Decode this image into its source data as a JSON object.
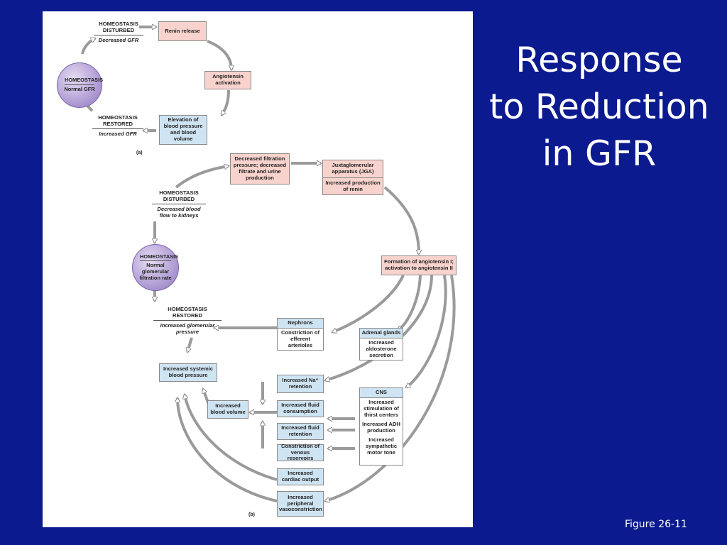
{
  "slide": {
    "title_lines": [
      "Response",
      "to Reduction",
      "in GFR"
    ],
    "caption": "Figure 26-11"
  },
  "panel_a": {
    "label": "(a)",
    "homeostasis": {
      "title": "HOMEOSTASIS",
      "text": "Normal GFR"
    },
    "disturbed": {
      "title": "HOMEOSTASIS DISTURBED",
      "text": "Decreased GFR"
    },
    "restored": {
      "title": "HOMEOSTASIS RESTORED",
      "text": "Increased GFR"
    },
    "renin": "Renin release",
    "angiotensin": "Angiotensin activation",
    "elevation": "Elevation of blood pressure and blood volume"
  },
  "panel_b": {
    "label": "(b)",
    "homeostasis": {
      "title": "HOMEOSTASIS",
      "text": "Normal glomerular filtration rate"
    },
    "disturbed": {
      "title": "HOMEOSTASIS DISTURBED",
      "text": "Decreased blood flow to kidneys"
    },
    "restored": {
      "title": "HOMEOSTASIS RESTORED",
      "text": "Increased glomerular pressure"
    },
    "decreased_filtration": "Decreased filtration pressure; decreased filtrate and urine production",
    "jga": {
      "title": "Juxtaglomerular apparatus (JGA)",
      "text": "Increased production of renin"
    },
    "formation": "Formation of angiotensin I; activation to angiotensin II",
    "nephrons": {
      "title": "Nephrons",
      "text": "Constriction of efferent arterioles"
    },
    "adrenal": {
      "title": "Adrenal glands",
      "text": "Increased aldosterone secretion"
    },
    "cns": {
      "title": "CNS",
      "items": [
        "Increased stimulation of thirst centers",
        "Increased ADH production",
        "Increased sympathetic motor tone"
      ]
    },
    "sys_bp": "Increased systemic blood pressure",
    "blood_volume": "Increased blood volume",
    "na_retention": "Increased Na⁺ retention",
    "fluid_consumption": "Increased fluid consumption",
    "fluid_retention": "Increased fluid retention",
    "constriction_venous": "Constriction of venous reservoirs",
    "cardiac_output": "Increased cardiac output",
    "peripheral": "Increased peripheral vasoconstriction"
  },
  "colors": {
    "background": "#0b1a8e",
    "pink_box": "#f8d3cd",
    "blue_box": "#cfe4f2",
    "circle": "#a994cf"
  }
}
